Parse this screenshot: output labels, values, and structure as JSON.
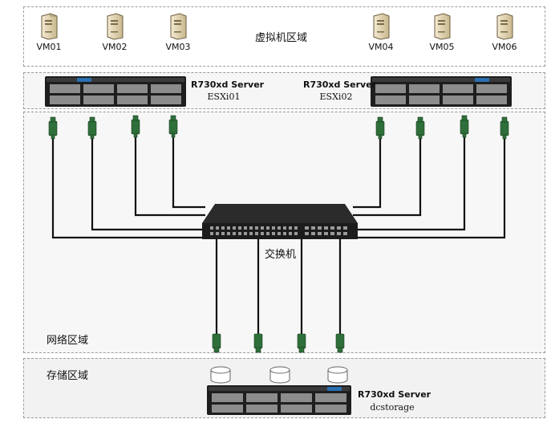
{
  "vm_zone": {
    "title": "虚拟机区域",
    "vms": [
      "VM01",
      "VM02",
      "VM03",
      "VM04",
      "VM05",
      "VM06"
    ]
  },
  "servers": [
    {
      "model": "R730xd Server",
      "host": "ESXi01"
    },
    {
      "model": "R730xd Server",
      "host": "ESXi02"
    }
  ],
  "network_zone": {
    "title": "网络区域",
    "switch_label": "交换机"
  },
  "storage_zone": {
    "title": "存储区域",
    "server": {
      "model": "R730xd Server",
      "host": "dcstorage"
    }
  },
  "colors": {
    "wire": "#111111",
    "connector": "#2f6f3a",
    "server_body": "#1e1e1e",
    "switch_body": "#1c1c1c",
    "dashed_border": "#9a9a9a"
  }
}
